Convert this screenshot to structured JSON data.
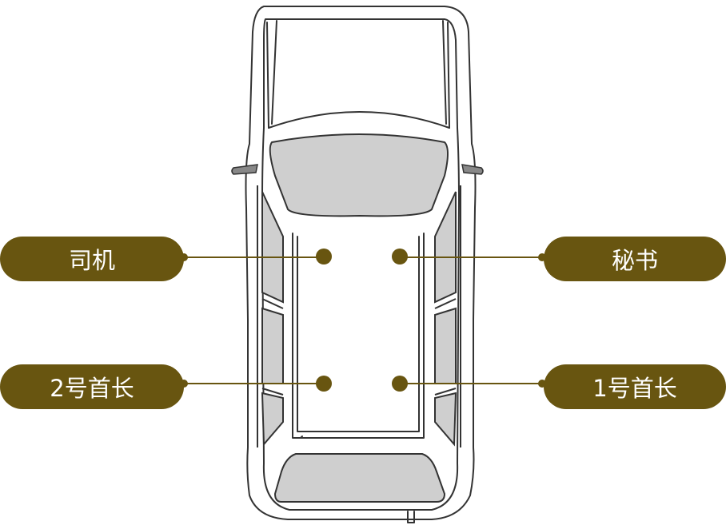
{
  "colors": {
    "label_fill": "#685510",
    "label_text": "#ffffff",
    "car_outline": "#333333",
    "glass_fill": "#cfcfcf"
  },
  "seats": {
    "driver": {
      "label": "司机"
    },
    "secretary": {
      "label": "秘书"
    },
    "chief_2": {
      "label": "2号首长"
    },
    "chief_1": {
      "label": "1号首长"
    }
  }
}
